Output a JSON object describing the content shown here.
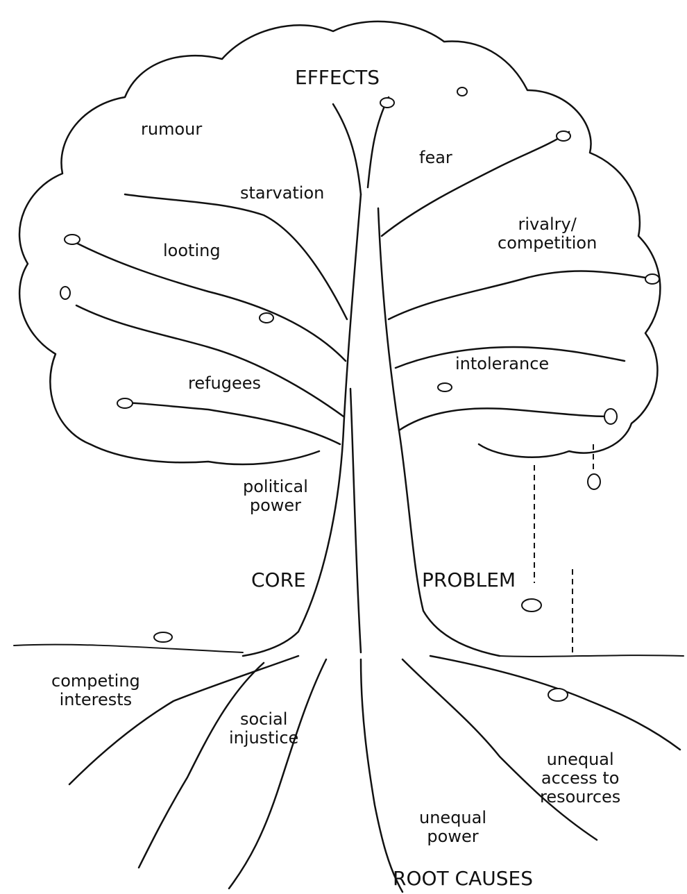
{
  "sections": {
    "effects": "EFFECTS",
    "core_left": "CORE",
    "core_right": "PROBLEM",
    "root_causes": "ROOT CAUSES"
  },
  "effects": {
    "rumour": "rumour",
    "starvation": "starvation",
    "fear": "fear",
    "looting": "looting",
    "rivalry_line1": "rivalry/",
    "rivalry_line2": "competition",
    "intolerance": "intolerance",
    "refugees": "refugees"
  },
  "core": {
    "political_line1": "political",
    "political_line2": "power"
  },
  "root_causes": {
    "competing_line1": "competing",
    "competing_line2": "interests",
    "social_line1": "social",
    "social_line2": "injustice",
    "unequal_access_line1": "unequal",
    "unequal_access_line2": "access to",
    "unequal_access_line3": "resources",
    "unequal_power_line1": "unequal",
    "unequal_power_line2": "power"
  },
  "colors": {
    "ink": "#111111",
    "paper": "#ffffff"
  }
}
